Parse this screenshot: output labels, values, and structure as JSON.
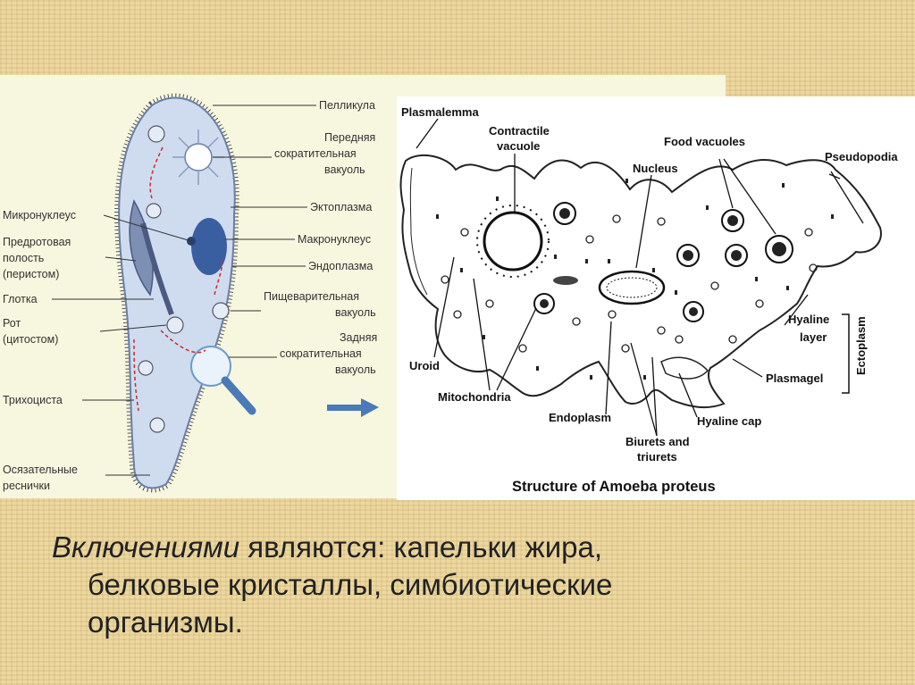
{
  "paramecium": {
    "labels_right": [
      "Пелликула",
      "Передняя",
      "сократительная",
      "вакуоль",
      "Эктоплазма",
      "Макронуклеус",
      "Эндоплазма",
      "Пищеварительная",
      "вакуоль",
      "Задняя",
      "сократительная",
      "вакуоль"
    ],
    "labels_left": [
      "Микронуклеус",
      "Предротовая",
      "полость",
      "(перистом)",
      "Глотка",
      "Рот",
      "(цитостом)",
      "Трихоциста",
      "Осязательные",
      "реснички"
    ]
  },
  "amoeba": {
    "labels": {
      "plasmalemma": "Plasmalemma",
      "contractile_1": "Contractile",
      "contractile_2": "vacuole",
      "nucleus": "Nucleus",
      "food_vacuoles": "Food vacuoles",
      "pseudopodia": "Pseudopodia",
      "hyaline_layer_1": "Hyaline",
      "hyaline_layer_2": "layer",
      "ectoplasm": "Ectoplasm",
      "plasmagel": "Plasmagel",
      "hyaline_cap": "Hyaline cap",
      "biurets_1": "Biurets and",
      "biurets_2": "triurets",
      "endoplasm": "Endoplasm",
      "mitochondria": "Mitochondria",
      "uroid": "Uroid"
    },
    "caption": "Structure of Amoeba proteus"
  },
  "text": {
    "emphasis": "Включениями",
    "line1_rest": " являются: капельки жира,",
    "line2": "белковые кристаллы, симбиотические",
    "line3": "организмы."
  },
  "colors": {
    "background": "#e8d39a",
    "arrow": "#4a7ab8",
    "cell_fill": "#cfdcef"
  }
}
